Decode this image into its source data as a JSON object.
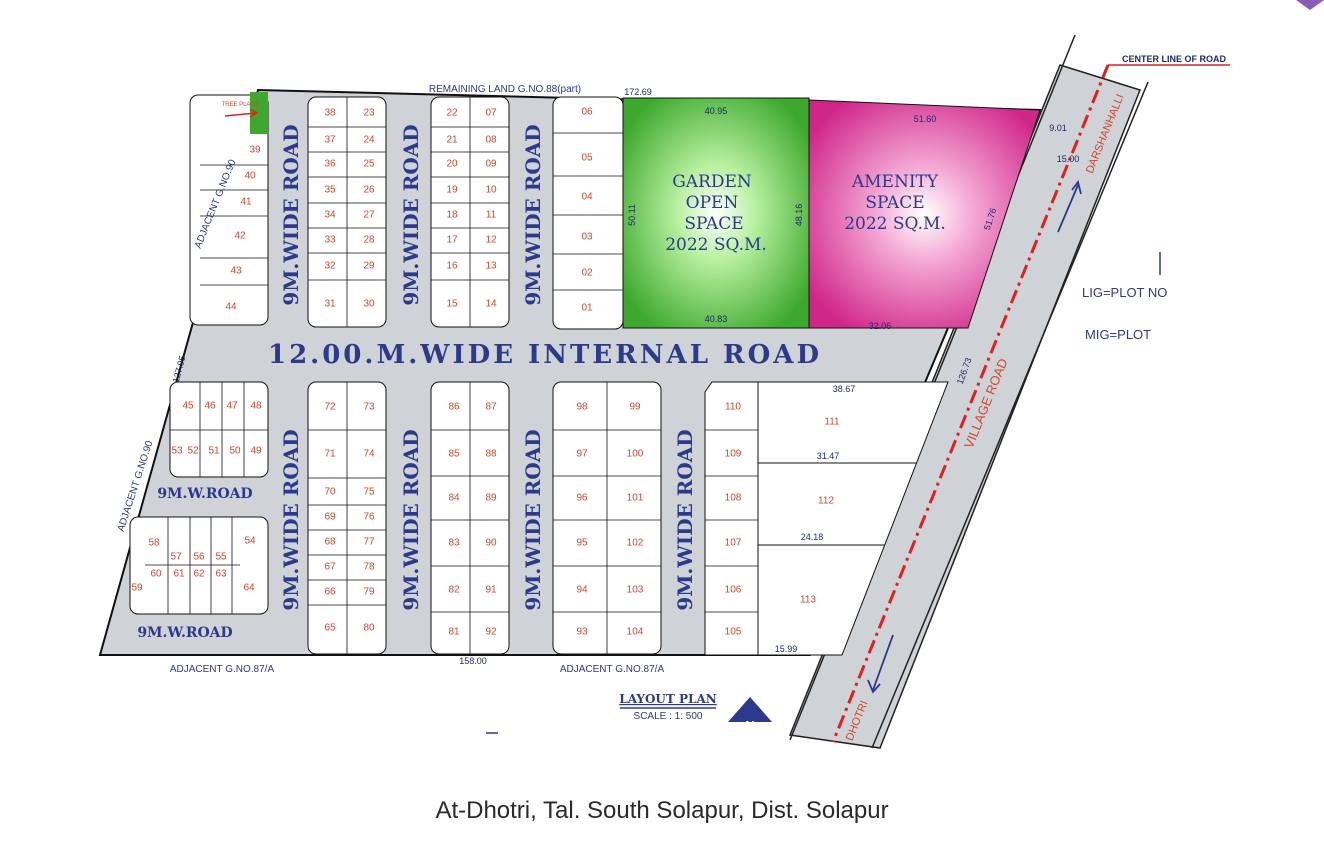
{
  "top_boundary_label": "REMAINING LAND G.NO.88(part)",
  "top_dimension": "172.69",
  "center_line_label": "CENTER LINE OF ROAD",
  "tree_label": "TREE PLANT",
  "adjacent_left_top": "ADJACENT G.NO.90",
  "adjacent_left_bottom": "ADJACENT G.NO.90",
  "adjacent_bottom_left": "ADJACENT G.NO.87/A",
  "adjacent_bottom_right": "ADJACENT G.NO.87/A",
  "bottom_dimension": "158.00",
  "road_9m": "9M.WIDE ROAD",
  "road_12m": "12.00.M.WIDE INTERNAL ROAD",
  "road_9mw": "9M.W.ROAD",
  "village_road": "VILLAGE ROAD",
  "darshanhalli": "DARSHANHALLI",
  "dhotri": "DHOTRI",
  "garden": {
    "line1": "GARDEN",
    "line2": "OPEN",
    "line3": "SPACE",
    "line4": "2022 SQ.M.",
    "dim_top": "40.95",
    "dim_bottom": "40.83",
    "dim_left": "50.11",
    "dim_right": "48.16"
  },
  "amenity": {
    "line1": "AMENITY",
    "line2": "SPACE",
    "line3": "2022 SQ.M.",
    "dim_top": "51.60",
    "dim_bottom": "32.06",
    "dim_right": "51.76"
  },
  "legend": {
    "lig": "LIG=PLOT NO",
    "mig": "MIG=PLOT"
  },
  "layout_plan": {
    "title": "LAYOUT PLAN",
    "scale": "SCALE : 1: 500",
    "north": "N"
  },
  "road_dims": [
    "9.01",
    "15.00",
    "127.95",
    "126.73"
  ],
  "right_plot_dims": [
    "38.67",
    "31.47",
    "24.18",
    "15.99"
  ],
  "plots": [
    "01",
    "02",
    "03",
    "04",
    "05",
    "06",
    "07",
    "08",
    "09",
    "10",
    "11",
    "12",
    "13",
    "14",
    "15",
    "16",
    "17",
    "18",
    "19",
    "20",
    "21",
    "22",
    "23",
    "24",
    "25",
    "26",
    "27",
    "28",
    "29",
    "30",
    "31",
    "32",
    "33",
    "34",
    "35",
    "36",
    "37",
    "38",
    "39",
    "40",
    "41",
    "42",
    "43",
    "44",
    "45",
    "46",
    "47",
    "48",
    "49",
    "50",
    "51",
    "52",
    "53",
    "54",
    "55",
    "56",
    "57",
    "58",
    "59",
    "60",
    "61",
    "62",
    "63",
    "64",
    "65",
    "66",
    "67",
    "68",
    "69",
    "70",
    "71",
    "72",
    "73",
    "74",
    "75",
    "76",
    "77",
    "78",
    "79",
    "80",
    "81",
    "82",
    "83",
    "84",
    "85",
    "86",
    "87",
    "88",
    "89",
    "90",
    "91",
    "92",
    "93",
    "94",
    "95",
    "96",
    "97",
    "98",
    "99",
    "100",
    "101",
    "102",
    "103",
    "104",
    "105",
    "106",
    "107",
    "108",
    "109",
    "110",
    "111",
    "112",
    "113"
  ],
  "footer": "At-Dhotri, Tal. South Solapur, Dist. Solapur"
}
